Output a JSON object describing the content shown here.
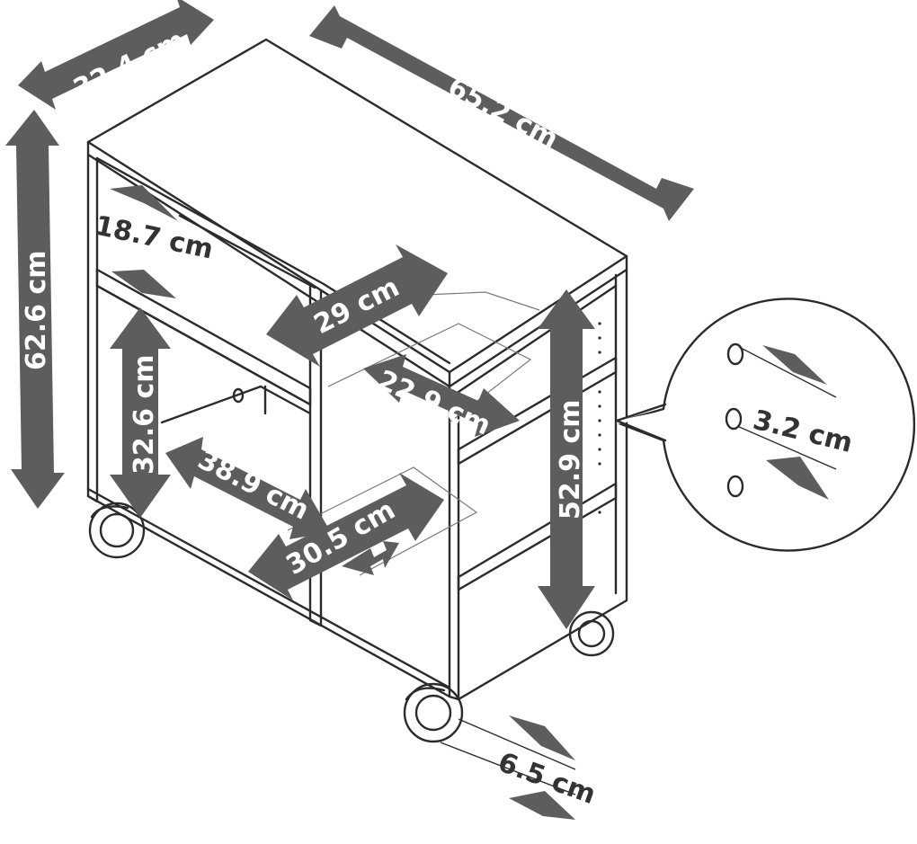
{
  "dimensions": {
    "depth_top": "32.4 cm",
    "width_top": "65.2 cm",
    "total_height": "62.6 cm",
    "upper_compartment_height": "18.7 cm",
    "shelf_depth": "29 cm",
    "side_shelf_depth": "22.9 cm",
    "lower_compartment_height": "32.6 cm",
    "lower_compartment_width": "38.9 cm",
    "lower_compartment_depth": "30.5 cm",
    "side_column_height": "52.9 cm",
    "hole_spacing": "3.2 cm",
    "caster_height": "6.5 cm"
  },
  "colors": {
    "arrow": "#5d5d5d",
    "line": "#2b2b2b",
    "background": "#ffffff"
  }
}
